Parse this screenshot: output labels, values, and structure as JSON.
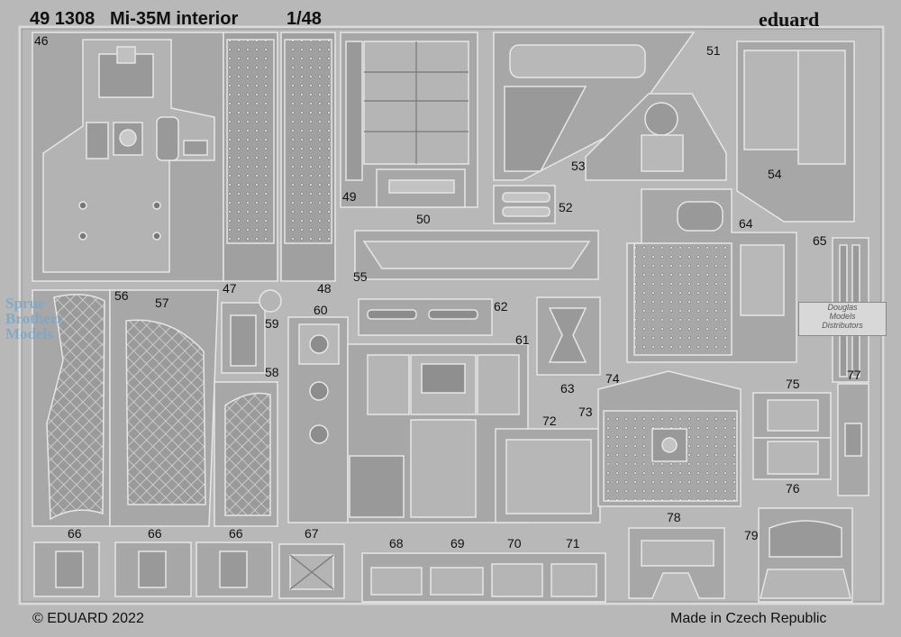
{
  "header": {
    "code": "49 1308",
    "title": "Mi-35M interior",
    "scale": "1/48",
    "brand": "eduard"
  },
  "footer": {
    "copyright": "© EDUARD 2022",
    "origin": "Made in Czech Republic"
  },
  "watermarks": {
    "sprue_brothers": [
      "Sprue",
      "Brothers",
      "Models"
    ],
    "douglas": [
      "Douglas",
      "Models",
      "Distributors"
    ]
  },
  "part_numbers": [
    "46",
    "47",
    "48",
    "49",
    "50",
    "51",
    "52",
    "53",
    "54",
    "55",
    "56",
    "57",
    "58",
    "59",
    "60",
    "61",
    "62",
    "63",
    "64",
    "65",
    "66",
    "66",
    "66",
    "67",
    "68",
    "69",
    "70",
    "71",
    "72",
    "73",
    "74",
    "75",
    "76",
    "77",
    "78",
    "79"
  ],
  "colors": {
    "background": "#b8b8b8",
    "part_fill": "#a7a7a7",
    "edge_highlight": "#e4e4e4",
    "shadow": "#6a6a6a"
  }
}
